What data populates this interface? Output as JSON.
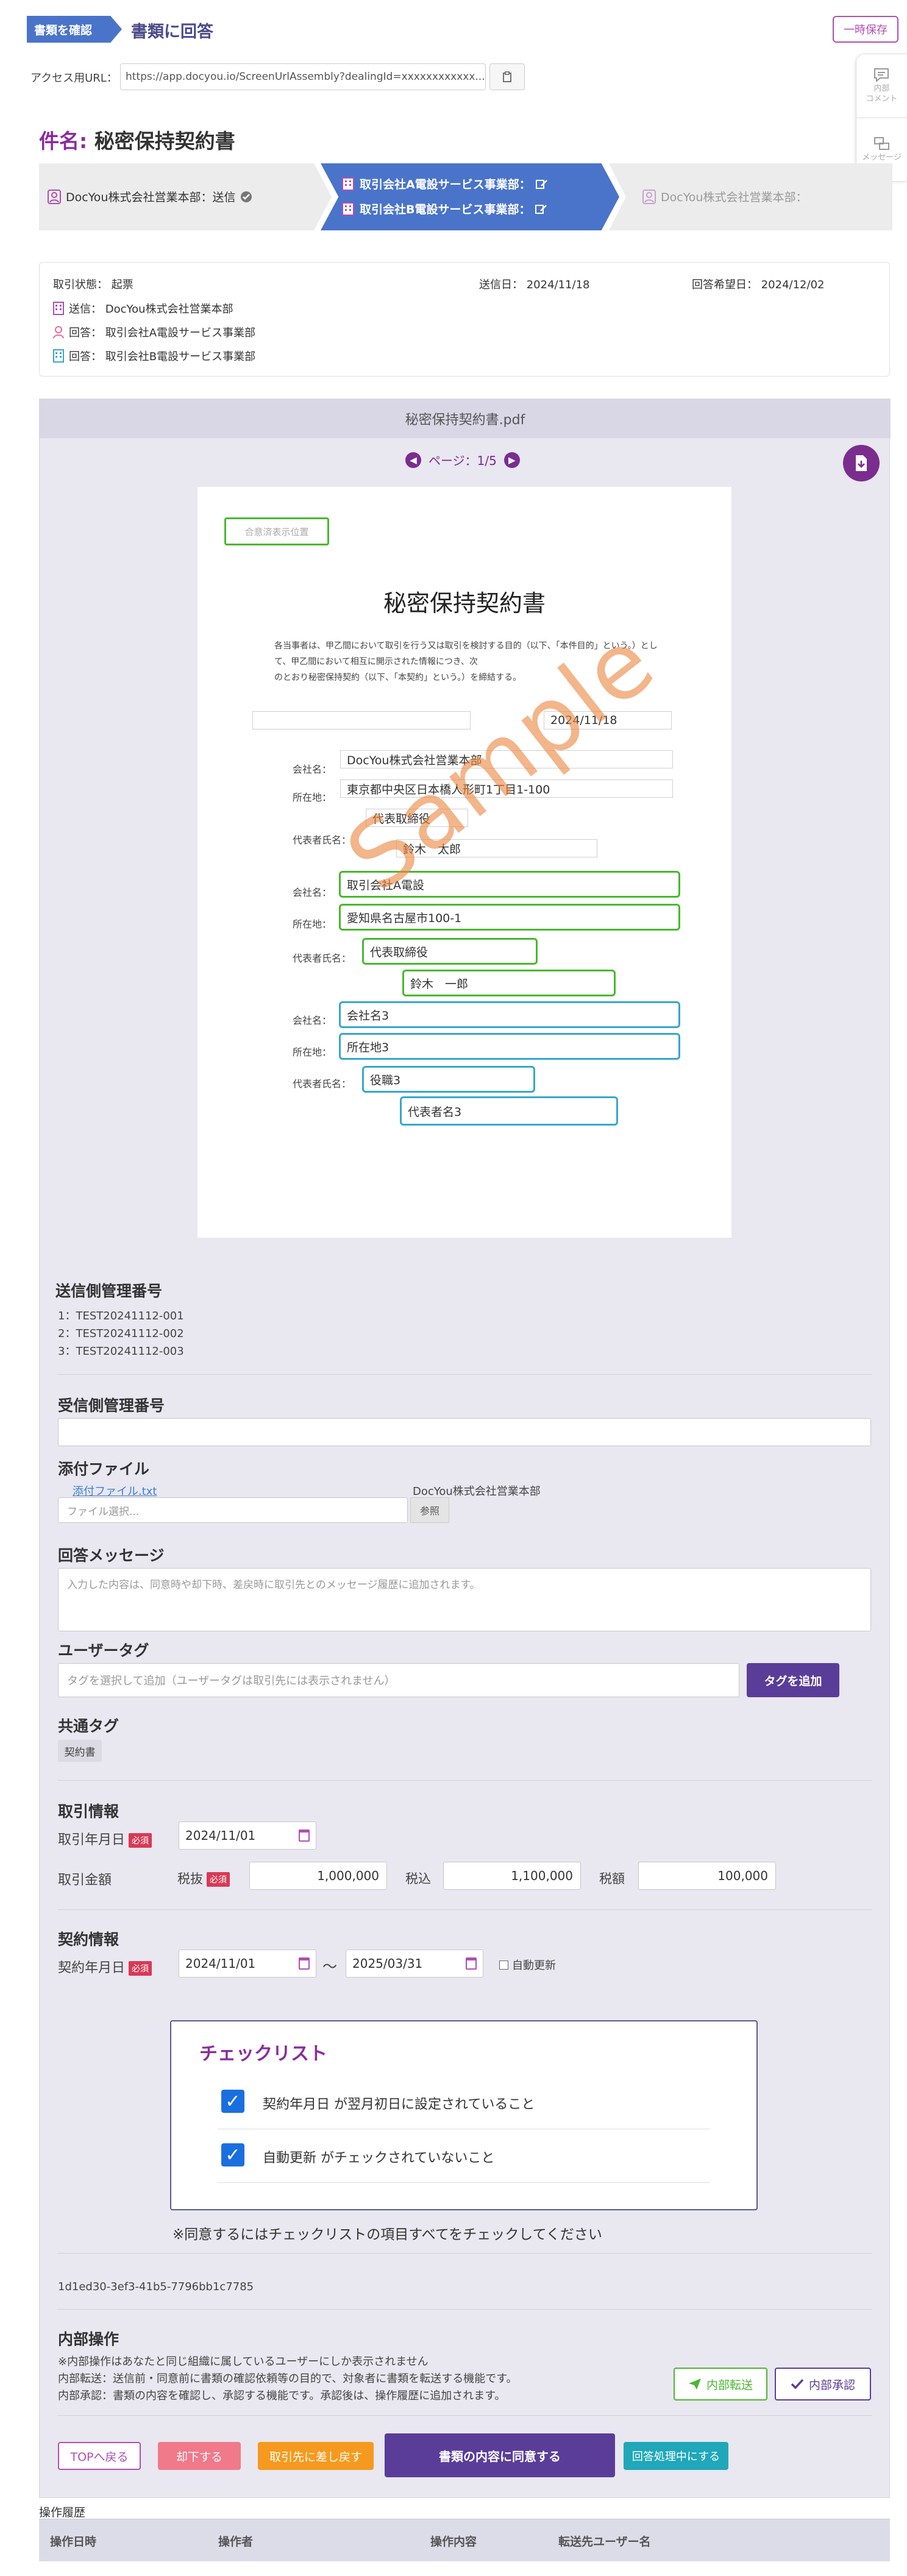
{
  "header": {
    "step_confirm": "書類を確認",
    "step_reply": "書類に回答",
    "temp_save": "一時保存"
  },
  "side_tools": {
    "internal_comment": "内部\nコメント",
    "message": "メッセージ"
  },
  "access_url": {
    "label": "アクセス用URL：",
    "value": "https://app.docyou.io/ScreenUrlAssembly?dealingId=xxxxxxxxxxxx..."
  },
  "subject": {
    "key": "件名:",
    "value": "秘密保持契約書"
  },
  "flow": {
    "sender": "DocYou株式会社営業本部：送信",
    "replier_a": "取引会社A電設サービス事業部：",
    "replier_b": "取引会社B電設サービス事業部：",
    "next": "DocYou株式会社営業本部："
  },
  "info": {
    "status": "取引状態：  起票",
    "send_date": "送信日：  2024/11/18",
    "reply_due": "回答希望日：  2024/12/02",
    "send": "送信：  DocYou株式会社営業本部",
    "reply_a": "回答：  取引会社A電設サービス事業部",
    "reply_b": "回答：  取引会社B電設サービス事業部"
  },
  "pdf": {
    "filename": "秘密保持契約書.pdf",
    "page": "ページ：1/5",
    "watermark": "Sample",
    "doc": {
      "placeholder": "合意済表示位置",
      "title": "秘密保持契約書",
      "body1": "各当事者は、甲乙間において取引を行う又は取引を検討する目的（以下、「本件目的」という。）とし",
      "body2": "て、甲乙間において相互に開示された情報につき、次",
      "body3": "のとおり秘密保持契約（以下、「本契約」という。）を締結する。",
      "date": "2024/11/18",
      "company_label": "会社名：",
      "address_label": "所在地：",
      "rep_label": "代表者氏名：",
      "p1_company": "DocYou株式会社営業本部",
      "p1_address": "東京都中央区日本橋人形町1丁目1-100",
      "p1_title": "代表取締役",
      "p1_name": "鈴木　太郎",
      "p2_company": "取引会社A電設",
      "p2_address": "愛知県名古屋市100-1",
      "p2_title": "代表取締役",
      "p2_name": "鈴木　一郎",
      "p3_company": "会社名3",
      "p3_address": "所在地3",
      "p3_title": "役職3",
      "p3_name": "代表者名3"
    }
  },
  "sender_ref": {
    "title": "送信側管理番号",
    "items": [
      "1：TEST20241112-001",
      "2：TEST20241112-002",
      "3：TEST20241112-003"
    ]
  },
  "receiver_ref": {
    "title": "受信側管理番号"
  },
  "attachment": {
    "title": "添付ファイル",
    "link": "添付ファイル.txt",
    "owner": "DocYou株式会社営業本部",
    "placeholder": "ファイル選択...",
    "browse": "参照"
  },
  "reply_message": {
    "title": "回答メッセージ",
    "placeholder": "入力した内容は、同意時や却下時、差戻時に取引先とのメッセージ履歴に追加されます。"
  },
  "user_tag": {
    "title": "ユーザータグ",
    "placeholder": "タグを選択して追加（ユーザータグは取引先には表示されません）",
    "add": "タグを追加"
  },
  "common_tag": {
    "title": "共通タグ",
    "tag": "契約書"
  },
  "deal_info": {
    "title": "取引情報",
    "date_label": "取引年月日",
    "required": "必須",
    "date": "2024/11/01",
    "amount_label": "取引金額",
    "tax_excl": "税抜",
    "tax_excl_value": "1,000,000",
    "tax_incl": "税込",
    "tax_incl_value": "1,100,000",
    "tax": "税額",
    "tax_value": "100,000"
  },
  "contract_info": {
    "title": "契約情報",
    "date_label": "契約年月日",
    "required": "必須",
    "start": "2024/11/01",
    "tilde": "～",
    "end": "2025/03/31",
    "auto_renew": "自動更新"
  },
  "checklist": {
    "title": "チェックリスト",
    "item1": "契約年月日 が翌月初日に設定されていること",
    "item2": "自動更新 がチェックされていないこと",
    "note": "※同意するにはチェックリストの項目すべてをチェックしてください"
  },
  "uuid": "1d1ed30-3ef3-41b5-7796bb1c7785",
  "internal_ops": {
    "title": "内部操作",
    "line1": "※内部操作はあなたと同じ組織に属しているユーザーにしか表示されません",
    "line2": "内部転送：送信前・同意前に書類の確認依頼等の目的で、対象者に書類を転送する機能です。",
    "line3": "内部承認：書類の内容を確認し、承認する機能です。承認後は、操作履歴に追加されます。",
    "forward": "内部転送",
    "approve": "内部承認"
  },
  "actions": {
    "top": "TOPへ戻る",
    "reject": "却下する",
    "return": "取引先に差し戻す",
    "agree": "書類の内容に同意する",
    "pending": "回答処理中にする"
  },
  "history": {
    "title": "操作履歴",
    "col_datetime": "操作日時",
    "col_operator": "操作者",
    "col_content": "操作内容",
    "col_forward": "転送先ユーザー名"
  },
  "colors": {
    "accent": "#7a2d8d",
    "flow_active": "#4a74c9",
    "green_field": "#49b830",
    "blue_field": "#38a7c9",
    "agree": "#5a3d98",
    "reject": "#f07a8a",
    "return": "#f59a1e",
    "pending": "#20a7b9"
  }
}
